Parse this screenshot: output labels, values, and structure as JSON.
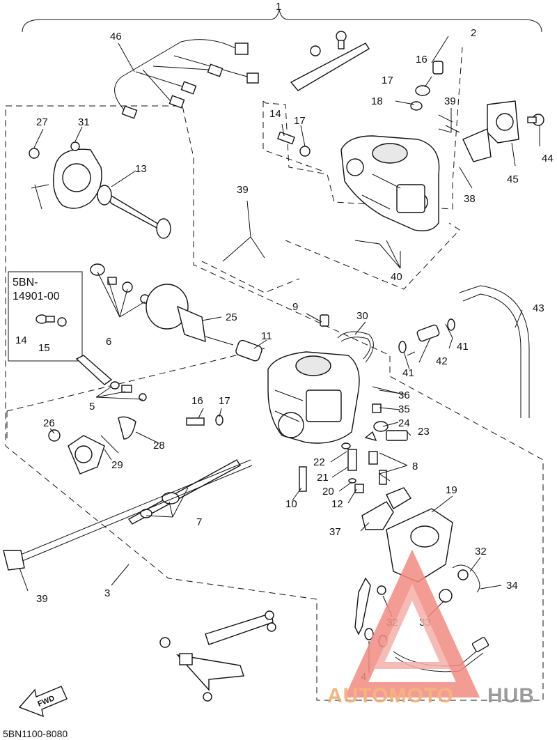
{
  "diagram": {
    "assembly_label": "1",
    "variant_box": {
      "line1": "5BN-",
      "line2": "14901-00"
    },
    "drawing_code": "5BN1100-8080",
    "fwd_label": "FWD",
    "logo": {
      "part1": "AUTOMOTO",
      "part2": "HUB",
      "color_main": "#f2a96a",
      "color_hub": "#8a8a8a",
      "triangle_color": "#e8413b"
    },
    "callouts": {
      "c2": "2",
      "c3": "3",
      "c4": "4",
      "c5": "5",
      "c6": "6",
      "c7": "7",
      "c8": "8",
      "c9": "9",
      "c10": "10",
      "c11": "11",
      "c12": "12",
      "c13": "13",
      "c14a": "14",
      "c14b": "14",
      "c15": "15",
      "c16a": "16",
      "c16b": "16",
      "c17a": "17",
      "c17b": "17",
      "c17c": "17",
      "c18": "18",
      "c19": "19",
      "c20": "20",
      "c21": "21",
      "c22": "22",
      "c23": "23",
      "c24": "24",
      "c25": "25",
      "c26": "26",
      "c27": "27",
      "c28": "28",
      "c29": "29",
      "c30": "30",
      "c31": "31",
      "c32a": "32",
      "c32b": "32",
      "c33": "33",
      "c34": "34",
      "c35": "35",
      "c36": "36",
      "c37": "37",
      "c38": "38",
      "c39a": "39",
      "c39b": "39",
      "c39c": "39",
      "c40": "40",
      "c41a": "41",
      "c41b": "41",
      "c42": "42",
      "c43": "43",
      "c44": "44",
      "c45": "45",
      "c46": "46"
    }
  }
}
